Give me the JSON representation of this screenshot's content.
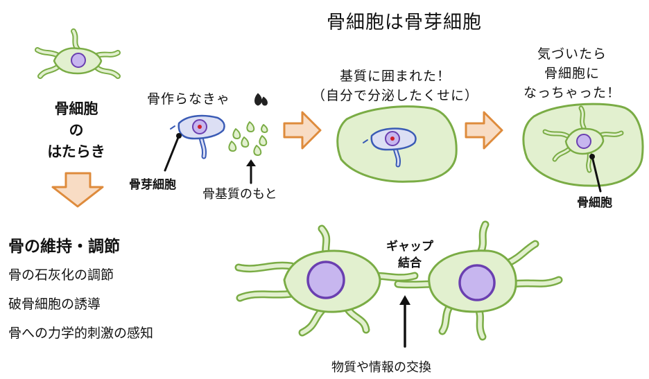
{
  "title": "骨細胞は骨芽細胞",
  "left_heading": [
    "骨細胞",
    "の",
    "はたらき"
  ],
  "stage1": {
    "caption": "骨作らなきゃ",
    "cell_label": "骨芽細胞",
    "matrix_label": "骨基質のもと"
  },
  "stage2": {
    "caption_line1": "基質に囲まれた！",
    "caption_line2": "（自分で分泌したくせに）"
  },
  "stage3": {
    "caption_lines": [
      "気づいたら",
      "骨細胞に",
      "なっちゃった！"
    ],
    "cell_label": "骨細胞"
  },
  "functions": {
    "heading": "骨の維持・調節",
    "items": [
      "骨の石灰化の調節",
      "破骨細胞の誘導",
      "骨への力学的刺激の感知"
    ]
  },
  "gap_junction": {
    "label_line1": "ギャップ",
    "label_line2": "結合",
    "exchange_label": "物質や情報の交換"
  },
  "colors": {
    "cell_fill": "#e2f0cf",
    "cell_stroke": "#7aac45",
    "nucleus_fill": "#c7b6ef",
    "nucleus_stroke": "#6a3fb0",
    "osteoblast_fill": "#dcdff4",
    "osteoblast_stroke": "#3a5bb5",
    "arrow_fill": "#f8dcc4",
    "arrow_stroke": "#de8b3c",
    "nucleolus": "#d0202a"
  }
}
